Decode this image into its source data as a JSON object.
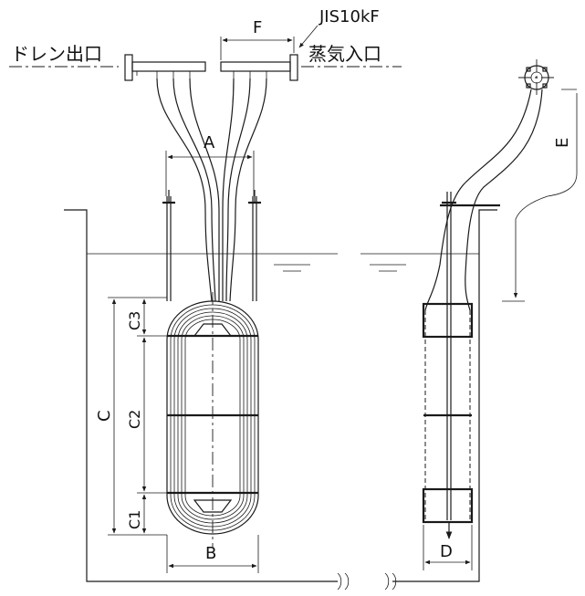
{
  "labels": {
    "drain_outlet": "ドレン出口",
    "steam_inlet": "蒸気入口",
    "flange_spec": "JIS10kF",
    "dim_F": "F",
    "dim_A": "A",
    "dim_B": "B",
    "dim_C": "C",
    "dim_C1": "C1",
    "dim_C2": "C2",
    "dim_C3": "C3",
    "dim_D": "D",
    "dim_E": "E"
  },
  "colors": {
    "line": "#1a1a1a",
    "background": "#ffffff"
  }
}
